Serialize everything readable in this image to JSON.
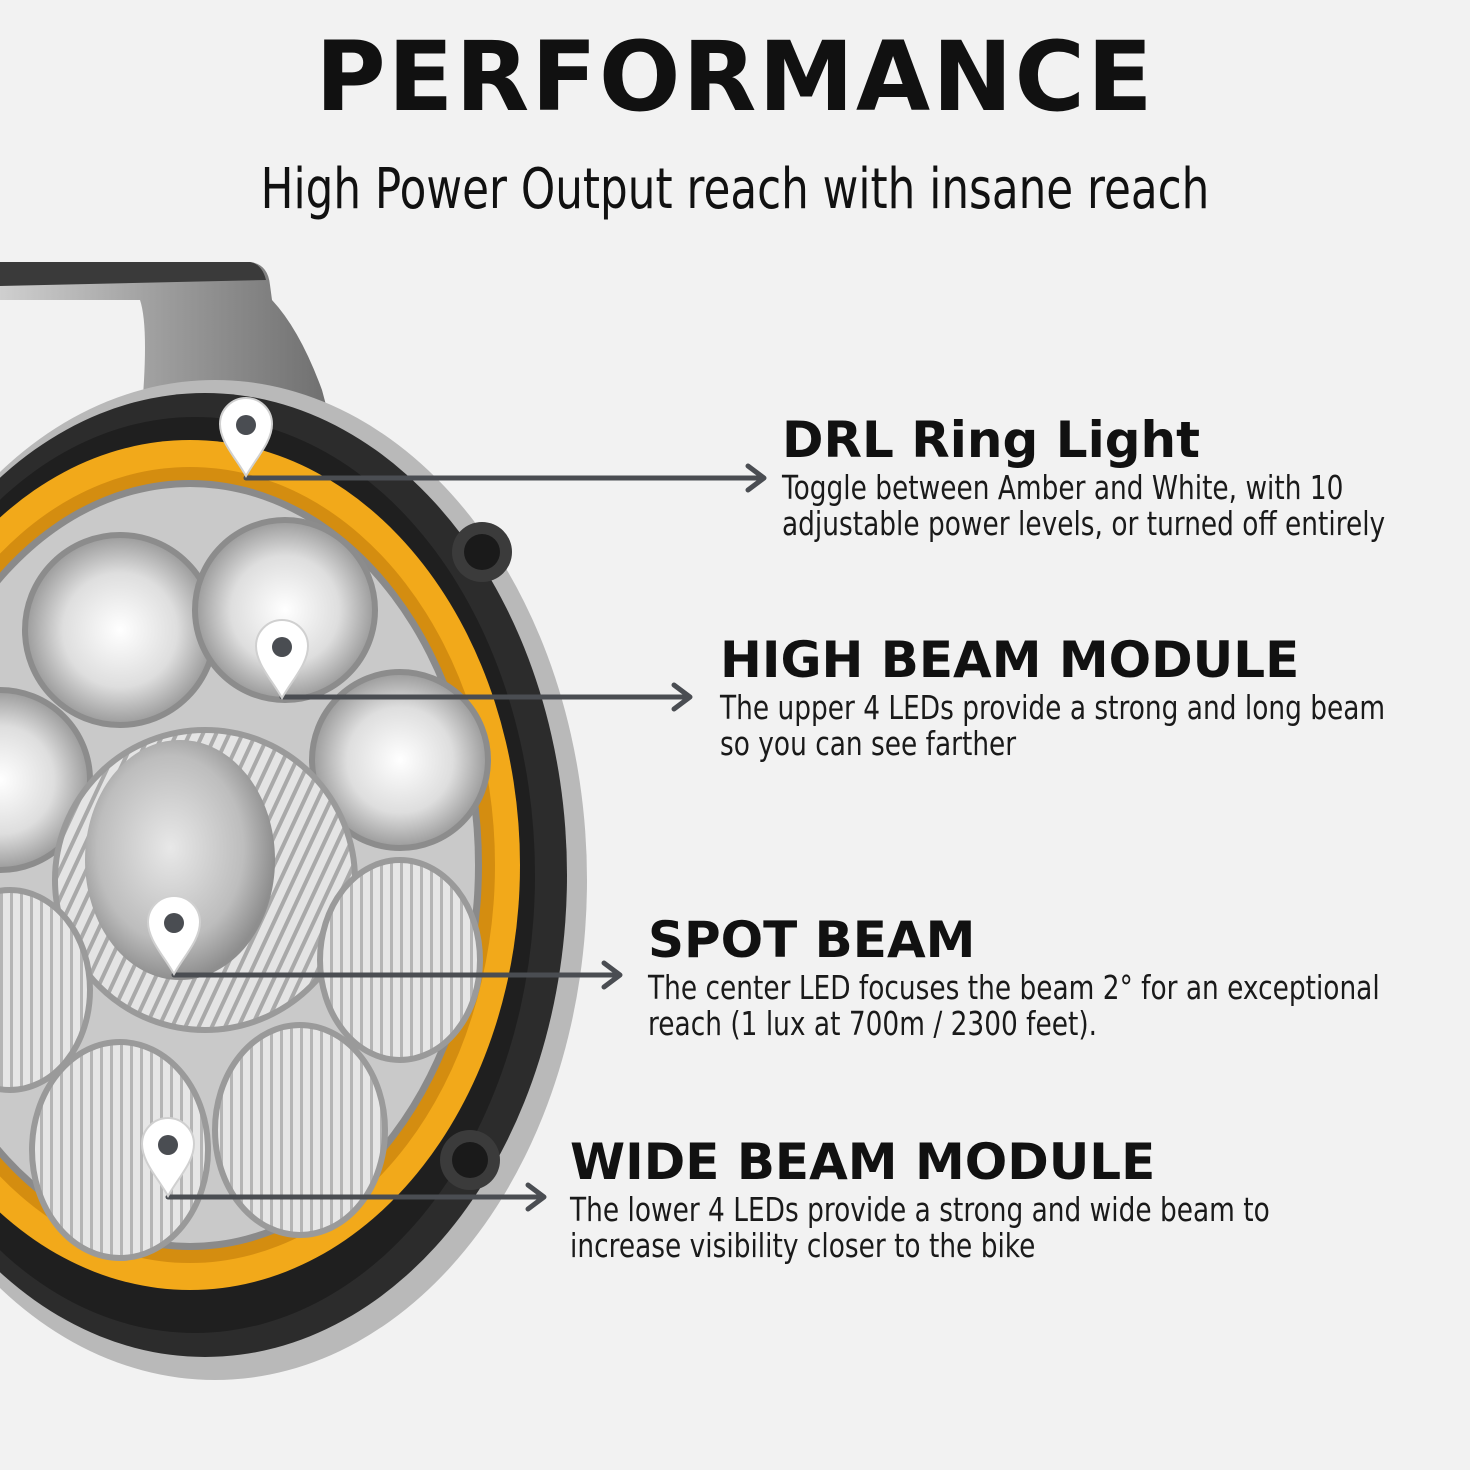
{
  "header": {
    "title": "PERFORMANCE",
    "subtitle": "High Power Output reach with insane reach"
  },
  "features": [
    {
      "title": "DRL Ring Light",
      "description": "Toggle between Amber and White, with 10 adjustable power levels, or turned off entirely"
    },
    {
      "title": "HIGH BEAM MODULE",
      "description": "The upper 4 LEDs provide a strong and long beam so you can see farther"
    },
    {
      "title": "SPOT BEAM",
      "description": "The center LED focuses the beam 2° for an exceptional reach (1 lux at 700m / 2300 feet)."
    },
    {
      "title": "WIDE BEAM MODULE",
      "description": "The lower 4 LEDs provide a strong and wide beam to increase visibility closer to the bike"
    }
  ],
  "colors": {
    "background": "#f2f2f2",
    "amber_ring": "#f2a91a",
    "housing": "#2b2b2b",
    "arrow": "#4a4d52",
    "pin": "#ffffff"
  },
  "icons": [
    "map-pin-icon",
    "arrow-right-icon"
  ]
}
